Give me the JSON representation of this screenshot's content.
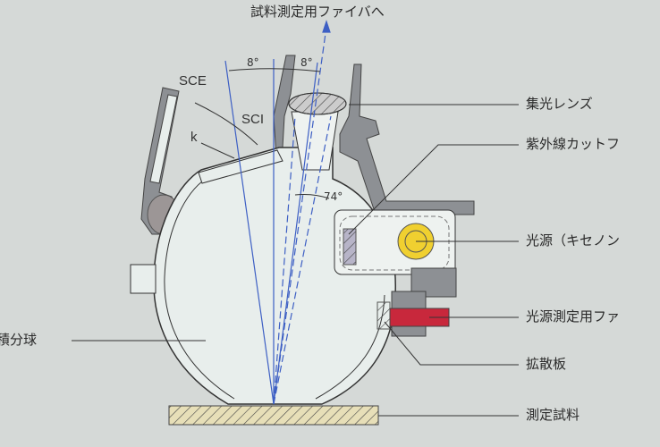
{
  "top_label": "試料測定用ファイバへ",
  "angles": {
    "left": "8°",
    "right": "8°",
    "lamp": "74°"
  },
  "modes": {
    "sce": "SCE",
    "sci": "SCI",
    "k": "k"
  },
  "right_labels": [
    "集光レンズ",
    "紫外線カットフ",
    "光源（キセノン",
    "光源測定用ファ",
    "拡散板",
    "測定試料"
  ],
  "left_label": "積分球",
  "colors": {
    "background": "#d5d9d7",
    "sphere": "#e8eeec",
    "housing": "#8d9094",
    "beam": "#3d5fc4",
    "lamp": "#f0d030",
    "fiber": "#c8283c",
    "sample": "#e7dfb8"
  }
}
